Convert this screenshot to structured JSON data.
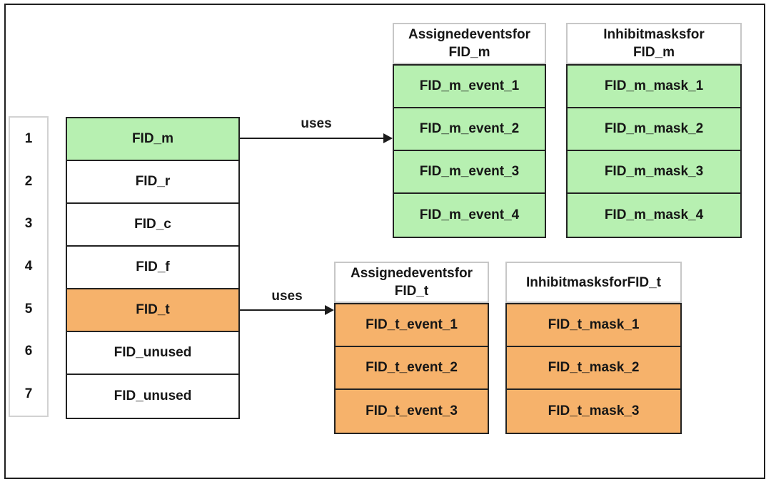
{
  "colors": {
    "highlight_green": "#b7f0b1",
    "highlight_orange": "#f6b26b",
    "line_black": "#1c1c1c"
  },
  "index_column": {
    "items": [
      "1",
      "2",
      "3",
      "4",
      "5",
      "6",
      "7"
    ]
  },
  "fid_table": {
    "rows": [
      {
        "label": "FID_m",
        "highlight": "green"
      },
      {
        "label": "FID_r",
        "highlight": "none"
      },
      {
        "label": "FID_c",
        "highlight": "none"
      },
      {
        "label": "FID_f",
        "highlight": "none"
      },
      {
        "label": "FID_t",
        "highlight": "orange"
      },
      {
        "label": "FID_unused",
        "highlight": "none"
      },
      {
        "label": "FID_unused",
        "highlight": "none"
      }
    ]
  },
  "arrows": {
    "fid_m_uses": {
      "label": "uses"
    },
    "fid_t_uses": {
      "label": "uses"
    }
  },
  "tables": {
    "fid_m_events": {
      "title_line1": "Assignedeventsfor",
      "title_line2": "FID_m",
      "cells": [
        "FID_m_event_1",
        "FID_m_event_2",
        "FID_m_event_3",
        "FID_m_event_4"
      ]
    },
    "fid_m_masks": {
      "title_line1": "Inhibitmasksfor",
      "title_line2": "FID_m",
      "cells": [
        "FID_m_mask_1",
        "FID_m_mask_2",
        "FID_m_mask_3",
        "FID_m_mask_4"
      ]
    },
    "fid_t_events": {
      "title_line1": "Assignedeventsfor",
      "title_line2": "FID_t",
      "cells": [
        "FID_t_event_1",
        "FID_t_event_2",
        "FID_t_event_3"
      ]
    },
    "fid_t_masks": {
      "title": "InhibitmasksforFID_t",
      "cells": [
        "FID_t_mask_1",
        "FID_t_mask_2",
        "FID_t_mask_3"
      ]
    }
  }
}
